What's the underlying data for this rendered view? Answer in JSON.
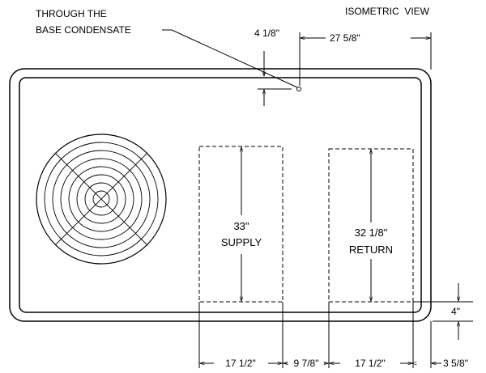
{
  "header": {
    "view_label": "ISOMETRIC  VIEW",
    "condensate_line1": "THROUGH THE",
    "condensate_line2": "BASE CONDENSATE"
  },
  "dimensions": {
    "condensate_offset": "4 1/8\"",
    "condensate_from_right": "27 5/8\"",
    "supply_height": "33\"",
    "return_height": "32 1/8\"",
    "bottom_margin": "4\"",
    "supply_width": "17 1/2\"",
    "gap_between": "9 7/8\"",
    "return_width": "17 1/2\"",
    "right_margin": "3 5/8\""
  },
  "openings": {
    "supply_label": "SUPPLY",
    "return_label": "RETURN"
  }
}
